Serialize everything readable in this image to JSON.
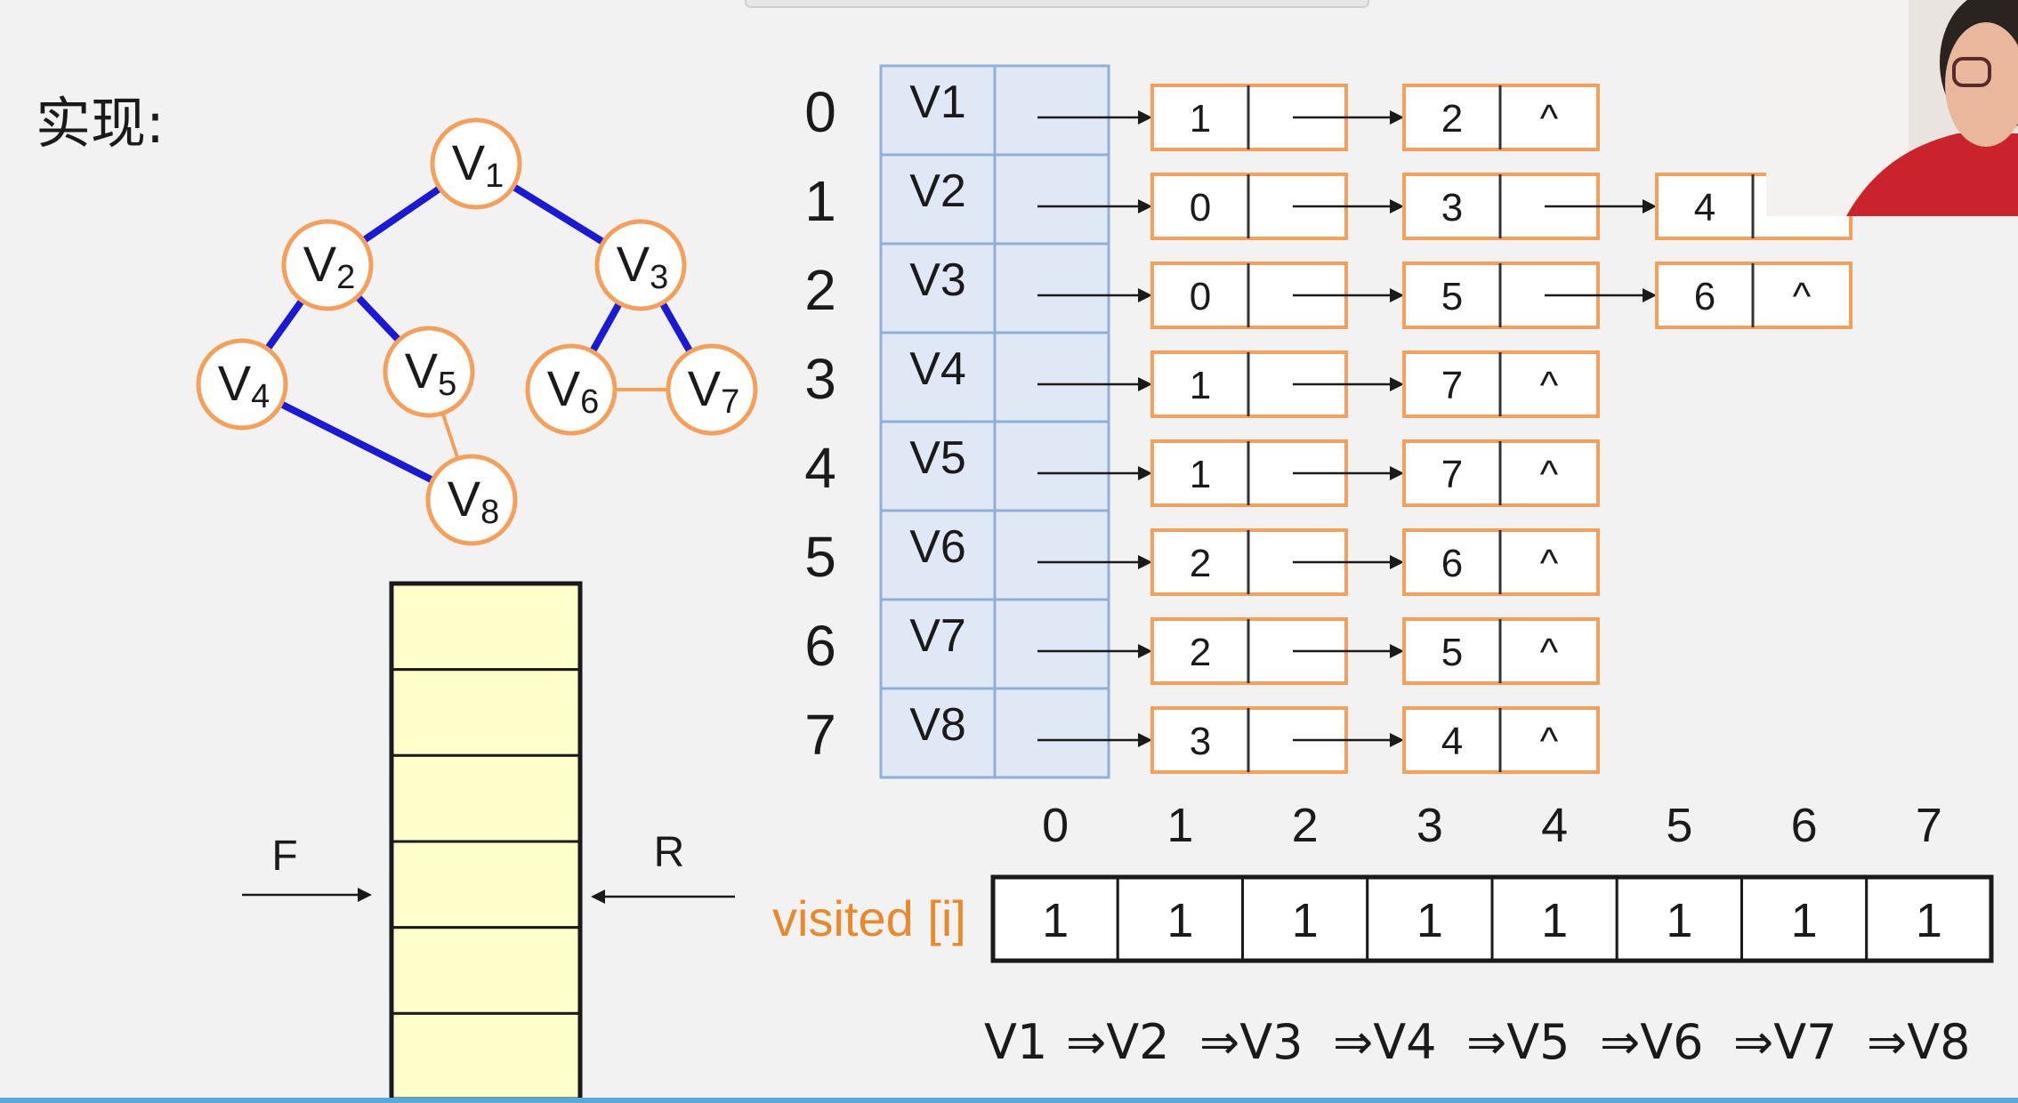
{
  "title": "实现:",
  "graph": {
    "nodes": [
      {
        "id": "v1",
        "base": "V",
        "sub": "1"
      },
      {
        "id": "v2",
        "base": "V",
        "sub": "2"
      },
      {
        "id": "v3",
        "base": "V",
        "sub": "3"
      },
      {
        "id": "v4",
        "base": "V",
        "sub": "4"
      },
      {
        "id": "v5",
        "base": "V",
        "sub": "5"
      },
      {
        "id": "v6",
        "base": "V",
        "sub": "6"
      },
      {
        "id": "v7",
        "base": "V",
        "sub": "7"
      },
      {
        "id": "v8",
        "base": "V",
        "sub": "8"
      }
    ],
    "edges": [
      {
        "from": "v1",
        "to": "v2",
        "color": "#1a1ad6"
      },
      {
        "from": "v1",
        "to": "v3",
        "color": "#1a1ad6"
      },
      {
        "from": "v2",
        "to": "v4",
        "color": "#1a1ad6"
      },
      {
        "from": "v2",
        "to": "v5",
        "color": "#1a1ad6"
      },
      {
        "from": "v3",
        "to": "v6",
        "color": "#1a1ad6"
      },
      {
        "from": "v3",
        "to": "v7",
        "color": "#1a1ad6"
      },
      {
        "from": "v4",
        "to": "v8",
        "color": "#1a1ad6"
      },
      {
        "from": "v5",
        "to": "v8",
        "color": "#f4a05a"
      },
      {
        "from": "v6",
        "to": "v7",
        "color": "#f4a05a"
      }
    ]
  },
  "adjacency_list": {
    "rows": [
      {
        "index": "0",
        "vertex": "V1",
        "neighbors": [
          "1",
          "2"
        ]
      },
      {
        "index": "1",
        "vertex": "V2",
        "neighbors": [
          "0",
          "3",
          "4"
        ]
      },
      {
        "index": "2",
        "vertex": "V3",
        "neighbors": [
          "0",
          "5",
          "6"
        ]
      },
      {
        "index": "3",
        "vertex": "V4",
        "neighbors": [
          "1",
          "7"
        ]
      },
      {
        "index": "4",
        "vertex": "V5",
        "neighbors": [
          "1",
          "7"
        ]
      },
      {
        "index": "5",
        "vertex": "V6",
        "neighbors": [
          "2",
          "6"
        ]
      },
      {
        "index": "6",
        "vertex": "V7",
        "neighbors": [
          "2",
          "5"
        ]
      },
      {
        "index": "7",
        "vertex": "V8",
        "neighbors": [
          "3",
          "4"
        ]
      }
    ],
    "null_symbol": "^"
  },
  "queue": {
    "front_label": "F",
    "rear_label": "R",
    "cells": 6
  },
  "visited": {
    "label": "visited [i]",
    "indices": [
      "0",
      "1",
      "2",
      "3",
      "4",
      "5",
      "6",
      "7"
    ],
    "values": [
      "1",
      "1",
      "1",
      "1",
      "1",
      "1",
      "1",
      "1"
    ]
  },
  "traversal": {
    "items": [
      "V1",
      "V2",
      "V3",
      "V4",
      "V5",
      "V6",
      "V7",
      "V8"
    ],
    "separator": "⇒"
  },
  "colors": {
    "node_stroke": "#f4a05a",
    "tree_edge": "#1a1ad6",
    "visited_label": "#e8892c",
    "queue_fill": "#ffffcc",
    "head_fill": "#dfe8f4"
  }
}
